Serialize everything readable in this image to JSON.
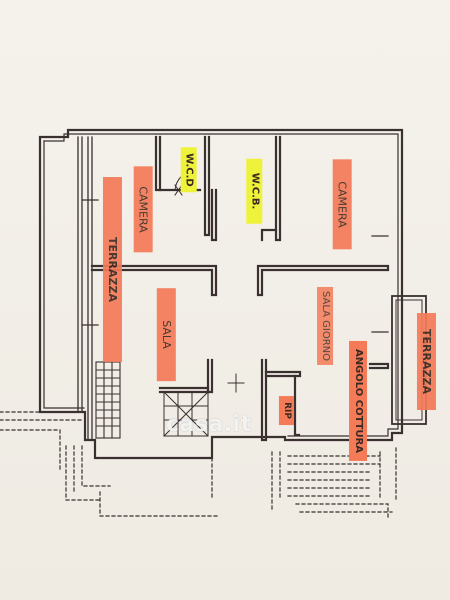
{
  "plan": {
    "rooms": {
      "terrazza_left": "TERRAZZA",
      "camera": "CAMERA",
      "wcd": "W.C.D",
      "wcb": "W.C.B.",
      "camera_right": "CAMERA",
      "sala": "SALA",
      "sala_giorno": "SALA GIORNO",
      "angolo_cottura": "ANGOLO COTTURA",
      "rip": "RIP",
      "terrazza_right": "TERRAZZA"
    },
    "watermark": "casa.it"
  }
}
